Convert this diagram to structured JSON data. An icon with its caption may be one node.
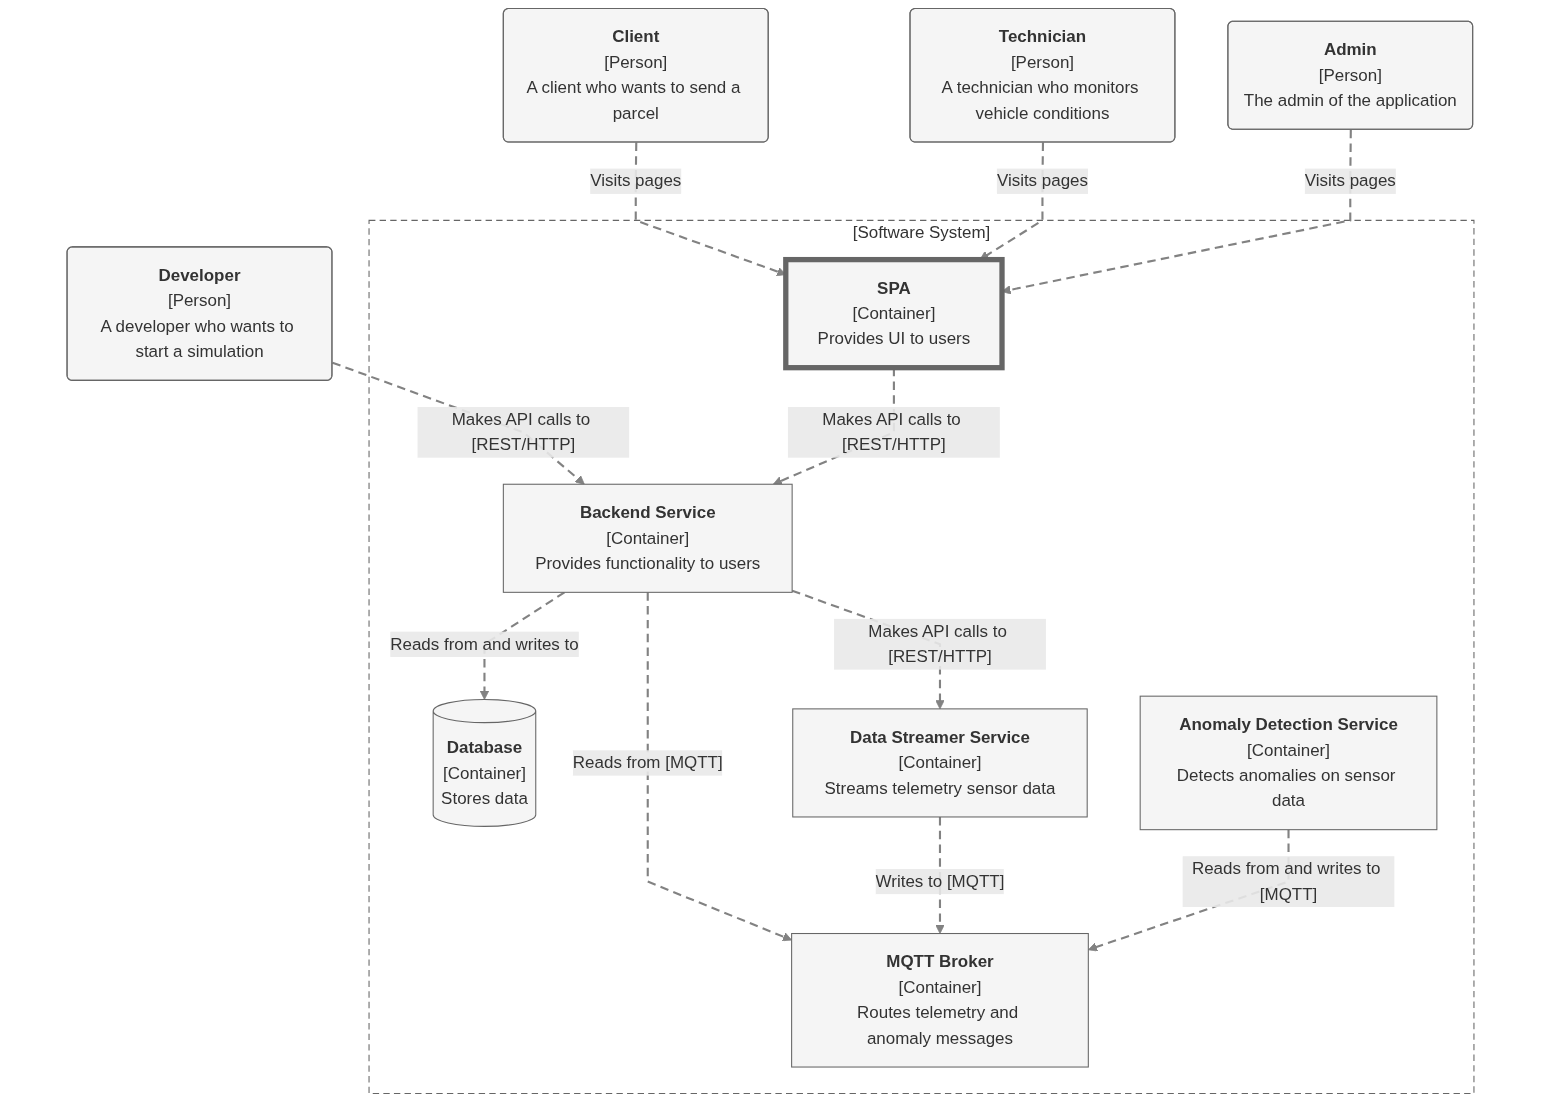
{
  "diagram": {
    "nodes": [
      {
        "text": [
          "Developer",
          "[Person]",
          "A developer who wants to start a simulation"
        ]
      },
      {
        "text": [
          "Client",
          "[Person]",
          "A client who wants to send a parcel"
        ]
      },
      {
        "text": [
          "Technician",
          "[Person]",
          "A technician who monitors vehicle conditions"
        ]
      },
      {
        "text": [
          "Admin",
          "[Person]",
          "The admin of the application"
        ]
      },
      {
        "text": [
          "[Software System]"
        ]
      },
      {
        "text": [
          "SPA",
          "[Container]",
          "Provides UI to users"
        ],
        "in": 4
      },
      {
        "text": [
          "Database",
          "[Container]",
          "Stores data"
        ],
        "in": 4
      },
      {
        "text": [
          "Backend Service",
          "[Container]",
          "Provides functionality to users"
        ],
        "in": 4
      },
      {
        "text": [
          "Data Streamer Service",
          "[Container]",
          "Streams telemetry sensor data"
        ],
        "in": 4
      },
      {
        "text": [
          "MQTT Broker",
          "[Container]",
          "Routes telemetry and anomaly messages"
        ],
        "in": 4
      },
      {
        "text": [
          "Anomaly Detection Service",
          "[Container]",
          "Detects anomalies on sensor data"
        ],
        "in": 4
      }
    ],
    "edges": [
      {
        "from": 0,
        "to": 7,
        "arrow": "to",
        "label": "Makes API calls to [REST/HTTP]",
        "style": "dashed"
      },
      {
        "from": 1,
        "to": 5,
        "arrow": "to",
        "label": "Visits pages",
        "style": "dashed"
      },
      {
        "from": 2,
        "to": 5,
        "arrow": "to",
        "label": "Visits pages",
        "style": "dashed"
      },
      {
        "from": 3,
        "to": 5,
        "arrow": "to",
        "label": "Visits pages",
        "style": "dashed"
      },
      {
        "from": 5,
        "to": 7,
        "arrow": "to",
        "label": "Makes API calls to [REST/HTTP]",
        "style": "dashed"
      },
      {
        "from": 7,
        "to": 6,
        "arrow": "to",
        "label": "Reads from and writes to",
        "style": "dashed"
      },
      {
        "from": 7,
        "to": 8,
        "arrow": "to",
        "label": "Makes API calls to [REST/HTTP]",
        "style": "dashed"
      },
      {
        "from": 7,
        "to": 9,
        "arrow": "to",
        "label": "Reads from [MQTT]",
        "style": "dashed"
      },
      {
        "from": 8,
        "to": 9,
        "arrow": "to",
        "label": "Writes to [MQTT]",
        "style": "dashed"
      },
      {
        "from": 10,
        "to": 9,
        "arrow": "to",
        "label": "Reads from and writes to [MQTT]",
        "style": "dashed"
      }
    ]
  }
}
